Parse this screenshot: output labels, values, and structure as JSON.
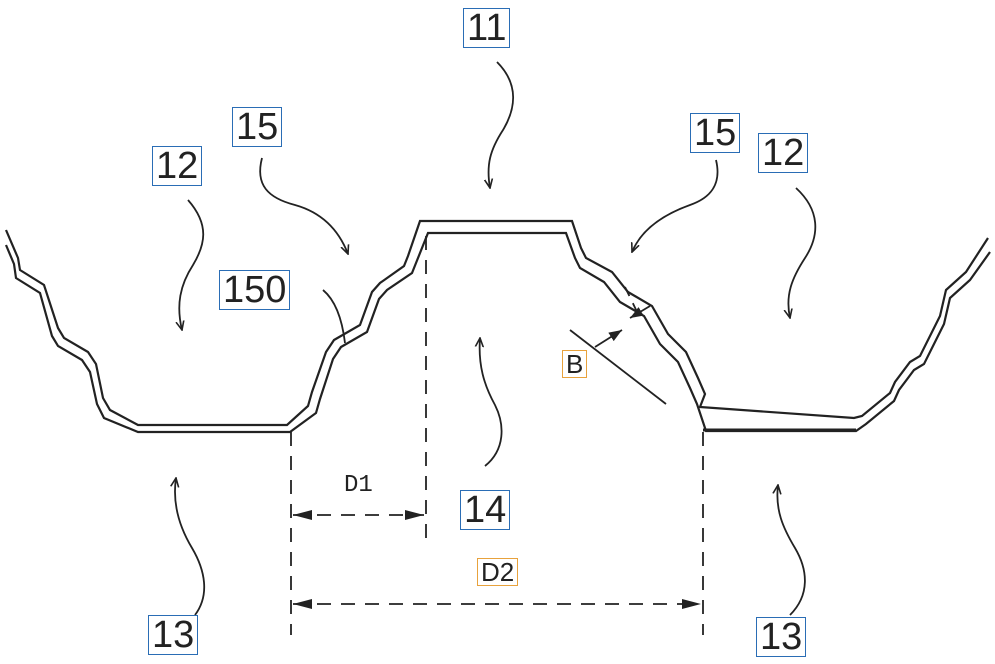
{
  "labels": {
    "l11": "11",
    "l12_left": "12",
    "l12_right": "12",
    "l15_left": "15",
    "l15_right": "15",
    "l150": "150",
    "l13_left": "13",
    "l13_right": "13",
    "l14": "14",
    "lB": "B",
    "lD1": "D1",
    "lD2": "D2"
  },
  "colors": {
    "line": "#222222",
    "label_border": "#2a6db5",
    "highlight_border": "#e8a23c"
  }
}
